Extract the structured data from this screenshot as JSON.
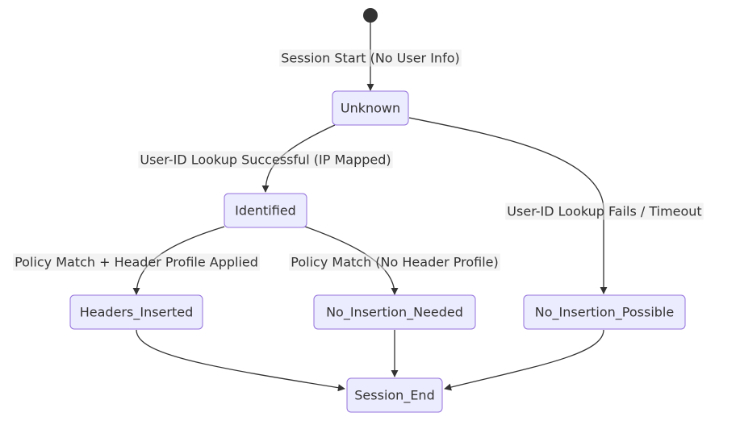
{
  "diagram": {
    "type": "state-diagram",
    "start": "start",
    "states": [
      {
        "id": "unknown",
        "label": "Unknown"
      },
      {
        "id": "identified",
        "label": "Identified"
      },
      {
        "id": "headers_inserted",
        "label": "Headers_Inserted"
      },
      {
        "id": "no_insertion_needed",
        "label": "No_Insertion_Needed"
      },
      {
        "id": "no_insertion_possible",
        "label": "No_Insertion_Possible"
      },
      {
        "id": "session_end",
        "label": "Session_End"
      }
    ],
    "transitions": [
      {
        "id": "t0",
        "from": "start",
        "to": "unknown",
        "label": "Session Start (No User Info)"
      },
      {
        "id": "t1",
        "from": "unknown",
        "to": "identified",
        "label": "User-ID Lookup Successful (IP Mapped)"
      },
      {
        "id": "t2",
        "from": "unknown",
        "to": "no_insertion_possible",
        "label": "User-ID Lookup Fails / Timeout"
      },
      {
        "id": "t3",
        "from": "identified",
        "to": "headers_inserted",
        "label": "Policy Match + Header Profile Applied"
      },
      {
        "id": "t4",
        "from": "identified",
        "to": "no_insertion_needed",
        "label": "Policy Match (No Header Profile)"
      },
      {
        "id": "t5",
        "from": "headers_inserted",
        "to": "session_end",
        "label": ""
      },
      {
        "id": "t6",
        "from": "no_insertion_needed",
        "to": "session_end",
        "label": ""
      },
      {
        "id": "t7",
        "from": "no_insertion_possible",
        "to": "session_end",
        "label": ""
      }
    ]
  },
  "colors": {
    "node_fill": "#ececff",
    "node_border": "#9370db",
    "edge": "#333333",
    "text": "#333333",
    "start_dot": "#333333"
  }
}
